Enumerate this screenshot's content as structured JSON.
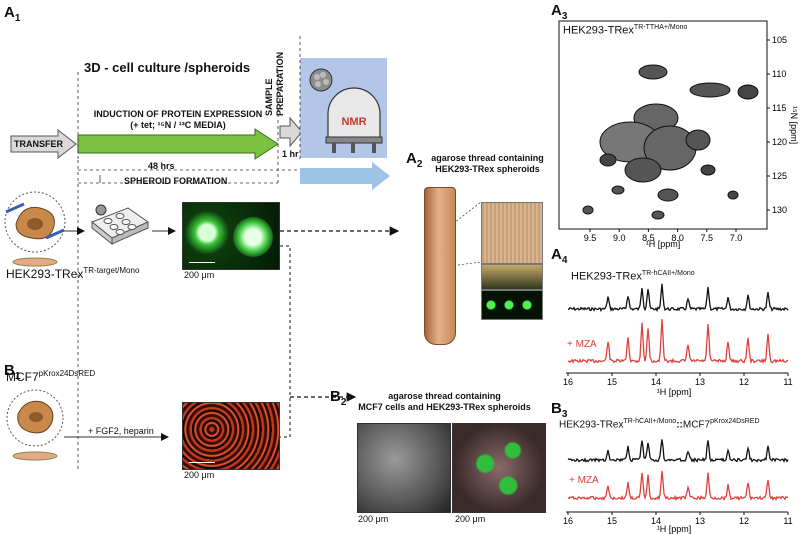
{
  "panels": {
    "a1": {
      "letter": "A",
      "sub": "1"
    },
    "a2": {
      "letter": "A",
      "sub": "2"
    },
    "a3": {
      "letter": "A",
      "sub": "3"
    },
    "a4": {
      "letter": "A",
      "sub": "4"
    },
    "b1": {
      "letter": "B",
      "sub": "1"
    },
    "b2": {
      "letter": "B",
      "sub": "2"
    },
    "b3": {
      "letter": "B",
      "sub": "3"
    }
  },
  "workflow": {
    "title": "3D - cell culture /spheroids",
    "transfer": "TRANSFER",
    "induction_line1": "INDUCTION OF PROTEIN EXPRESSION",
    "induction_line2": "(+ tet; ¹⁵N / ¹³C MEDIA)",
    "duration_48": "48 hrs",
    "spheroid_formation": "SPHEROID FORMATION",
    "sample_prep_1": "SAMPLE",
    "sample_prep_2": "PREPARATION",
    "duration_1": "1 hr",
    "nmr_label": "NMR",
    "cell_line_a_main": "HEK293-TRex",
    "cell_line_a_sup": "TR-target/Mono",
    "cell_line_b_main": "MCF7",
    "cell_line_b_sup": "pKrox24DsRED",
    "fgf_label": "+ FGF2, heparin",
    "scale_a": "200 μm",
    "scale_b": "200 μm"
  },
  "a2": {
    "title_line1": "agarose thread containing",
    "title_line2": "HEK293-TRex spheroids"
  },
  "b2": {
    "title_line1": "agarose thread containing",
    "title_line2": "MCF7 cells and HEK293-TRex spheroids",
    "scale_left": "200 μm",
    "scale_right": "200 μm"
  },
  "a3": {
    "label_main": "HEK293-TRex",
    "label_sup": "TR-TTHA+/Mono",
    "xlabel": "¹H [ppm]",
    "ylabel": "¹⁵N [ppm]",
    "xticks": [
      "9.5",
      "9.0",
      "8.5",
      "8.0",
      "7.5",
      "7.0"
    ],
    "yticks": [
      "105",
      "110",
      "115",
      "120",
      "125",
      "130"
    ]
  },
  "a4": {
    "label_main": "HEK293-TRex",
    "label_sup": "TR-hCAII+/Mono",
    "mza": "+ MZA",
    "xlabel": "¹H [ppm]",
    "xticks": [
      "16",
      "15",
      "14",
      "13",
      "12",
      "11"
    ]
  },
  "b3": {
    "label_main": "HEK293-TRex",
    "label_sup": "TR-hCAII+/Mono",
    "label_sep": "::",
    "label_main2": "MCF7",
    "label_sup2": "pKrox24DsRED",
    "mza": "+ MZA",
    "xlabel": "¹H [ppm]",
    "xticks": [
      "16",
      "15",
      "14",
      "13",
      "12",
      "11"
    ]
  },
  "colors": {
    "green_arrow": "#7cc242",
    "grey_arrow": "#d9d9d9",
    "blue_box": "#b4c6e7",
    "blue_arrow": "#9dc3e6",
    "spectrum_red": "#e0403a"
  }
}
